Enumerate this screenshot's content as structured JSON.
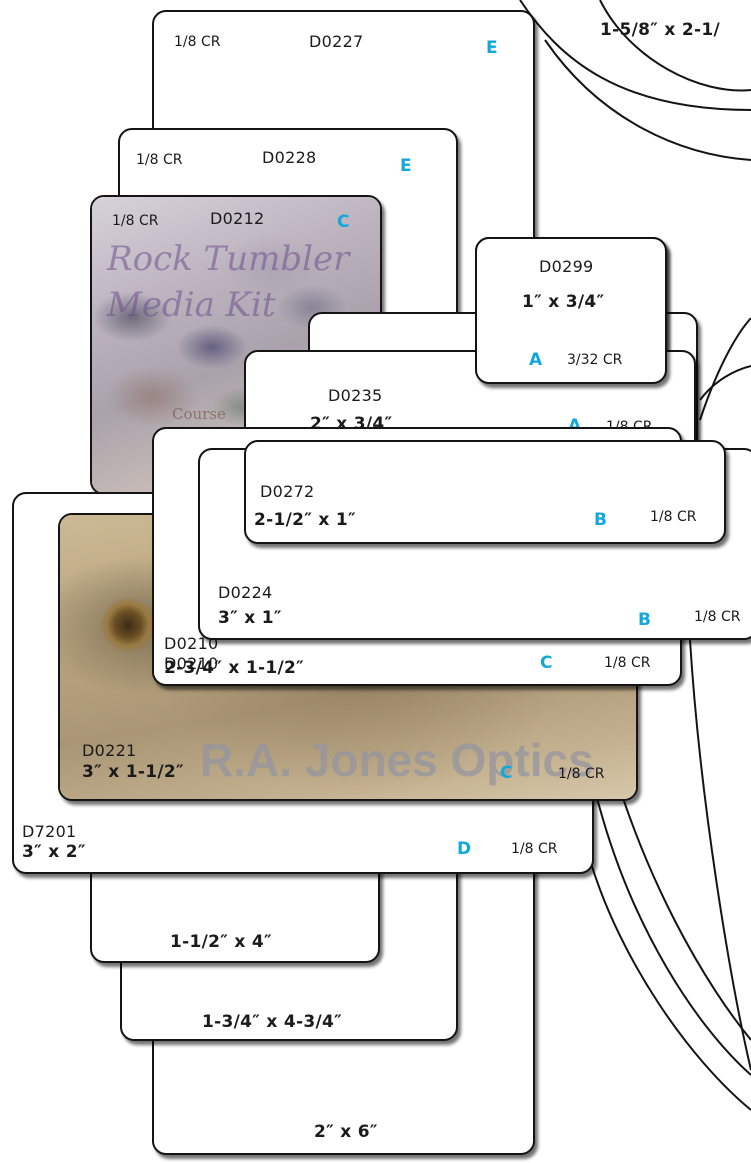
{
  "accent_color": "#12a8dc",
  "top_right": {
    "dim": "1-5/8″ x 2-1/"
  },
  "cards": {
    "d0227": {
      "cr": "1/8 CR",
      "code": "D0227",
      "grade": "E"
    },
    "d0228": {
      "cr": "1/8 CR",
      "code": "D0228",
      "grade": "E"
    },
    "d0212": {
      "cr": "1/8 CR",
      "code": "D0212",
      "grade": "C",
      "photo_title": "Rock Tumbler Media Kit",
      "photo_sub": "Course"
    },
    "d0299": {
      "code": "D0299",
      "dim": "1″ x 3/4″",
      "grade": "A",
      "cr": "3/32 CR"
    },
    "d0235": {
      "code": "D0235",
      "dim": "2″ x 3/4″",
      "grade": "A",
      "cr": "1/8 CR"
    },
    "d0272": {
      "code": "D0272",
      "dim": "2-1/2″ x 1″",
      "grade": "B",
      "cr": "1/8 CR"
    },
    "d0224": {
      "code": "D0224",
      "dim": "3″ x 1″",
      "grade": "B",
      "cr": "1/8 CR"
    },
    "d0210": {
      "code": "D0210",
      "dim": "2-3/4″ x 1-1/2″",
      "grade": "C",
      "cr": "1/8 CR"
    },
    "d0221": {
      "code": "D0221",
      "dim": "3″ x 1-1/2″",
      "grade": "C",
      "cr": "1/8 CR",
      "photo_text": "R.A. Jones Optics"
    },
    "d7201": {
      "code": "D7201",
      "dim": "3″ x 2″",
      "grade": "D",
      "cr": "1/8 CR"
    },
    "tall1": {
      "dim": "1-1/2″ x 4″"
    },
    "tall2": {
      "dim": "1-3/4″ x 4-3/4″"
    },
    "tall3": {
      "dim": "2″ x 6″"
    }
  }
}
